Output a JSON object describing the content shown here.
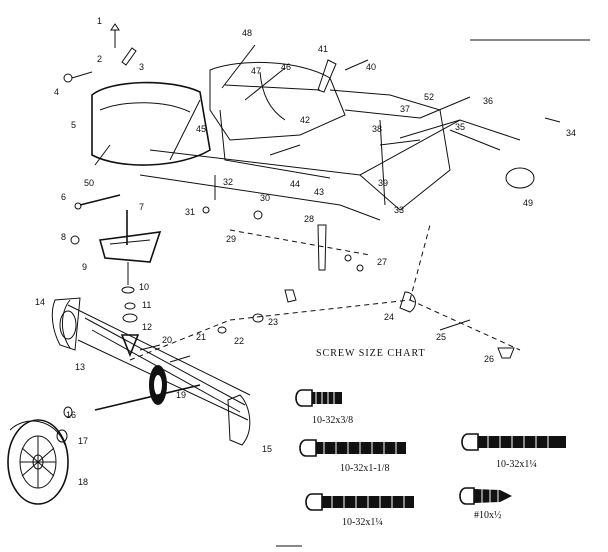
{
  "callouts": [
    "1",
    "2",
    "3",
    "4",
    "5",
    "6",
    "7",
    "8",
    "9",
    "10",
    "11",
    "12",
    "13",
    "14",
    "15",
    "16",
    "17",
    "18",
    "19",
    "20",
    "21",
    "22",
    "23",
    "24",
    "25",
    "26",
    "27",
    "28",
    "29",
    "30",
    "31",
    "32",
    "33",
    "34",
    "35",
    "36",
    "37",
    "38",
    "39",
    "40",
    "41",
    "42",
    "43",
    "44",
    "45",
    "46",
    "47",
    "48",
    "49",
    "50",
    "52"
  ],
  "screw_chart": {
    "title": "SCREW SIZE CHART",
    "sizes": [
      "10-32x3/8",
      "10-32x1-1/8",
      "10-32x1¼",
      "10-32x1¼",
      "#10x½"
    ]
  }
}
